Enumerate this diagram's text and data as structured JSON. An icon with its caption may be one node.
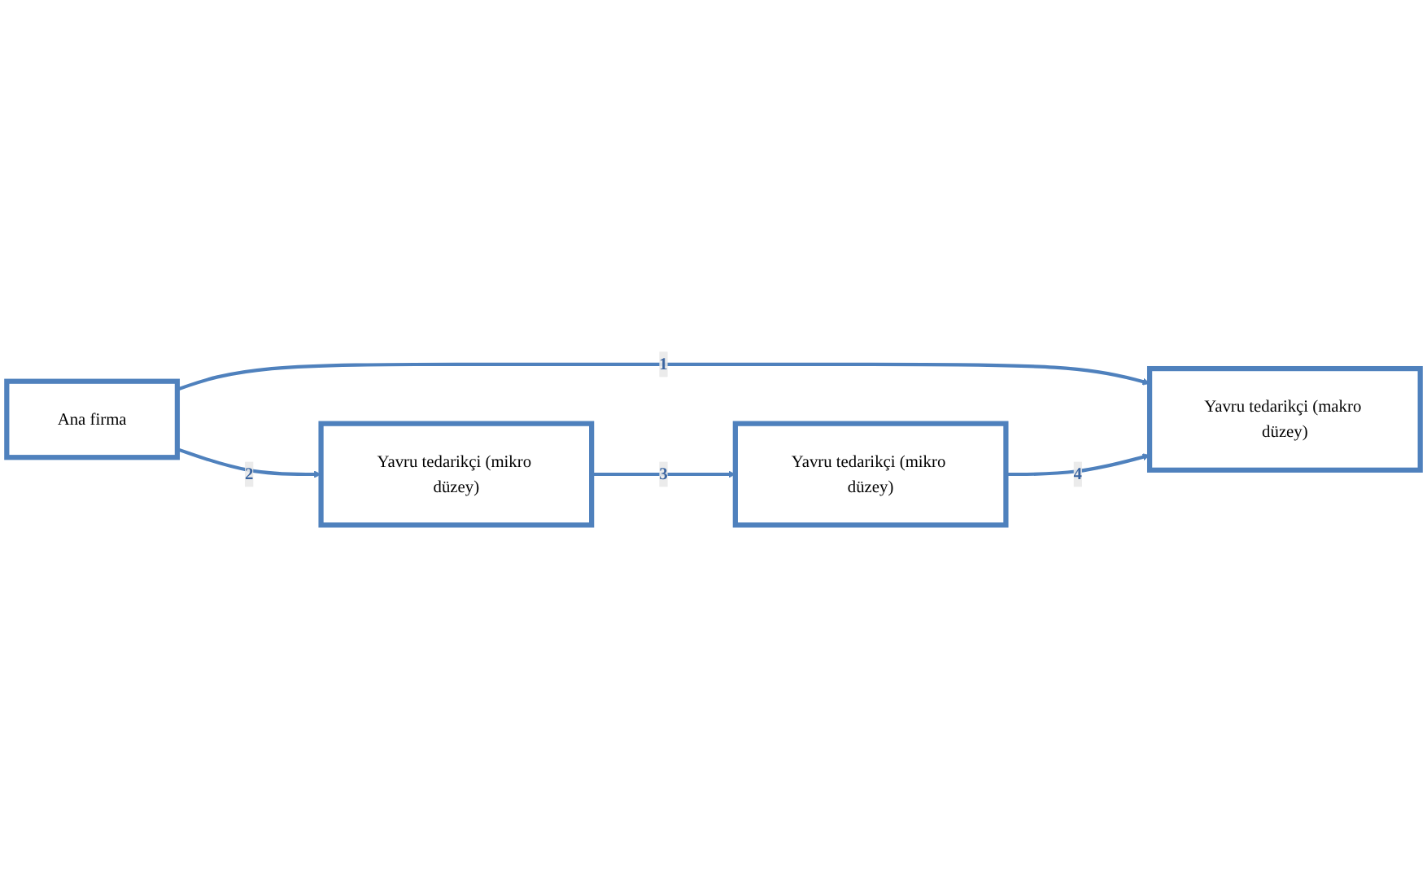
{
  "diagram": {
    "nodes": [
      {
        "text": [
          "Ana firma"
        ]
      },
      {
        "text": [
          "Yavru tedarikçi (makro düzey)"
        ]
      },
      {
        "text": [
          "Yavru tedarikçi (mikro düzey)"
        ]
      },
      {
        "text": [
          "Yavru tedarikçi (mikro düzey)"
        ]
      }
    ],
    "edges": [
      {
        "from": 0,
        "to": 1,
        "arrow": "to",
        "label": "1"
      },
      {
        "from": 0,
        "to": 2,
        "arrow": "to",
        "label": "2"
      },
      {
        "from": 2,
        "to": 3,
        "arrow": "to",
        "label": "3"
      },
      {
        "from": 3,
        "to": 1,
        "arrow": "to",
        "label": "4"
      }
    ]
  }
}
